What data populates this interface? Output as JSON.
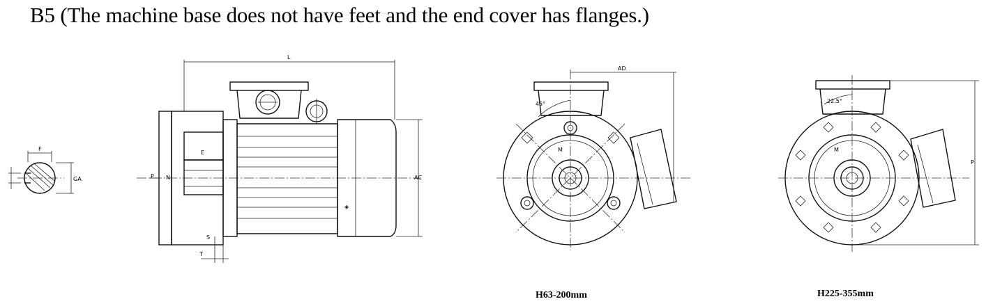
{
  "title": "B5 (The machine base does not have feet and the end cover has flanges.)",
  "shaft_labels": {
    "width": "F",
    "depth": "GA"
  },
  "side_labels": {
    "length": "L",
    "flange_dia": "P",
    "spigot": "N",
    "shaft_ext": "E",
    "thick": "T",
    "height": "AC",
    "gap": "S"
  },
  "front_small": {
    "caption": "H63-200mm",
    "angle": "45°",
    "overall": "AD",
    "pcd": "M"
  },
  "front_large": {
    "caption": "H225-355mm",
    "angle": "22.5°",
    "pcd": "M",
    "overall": "P"
  }
}
